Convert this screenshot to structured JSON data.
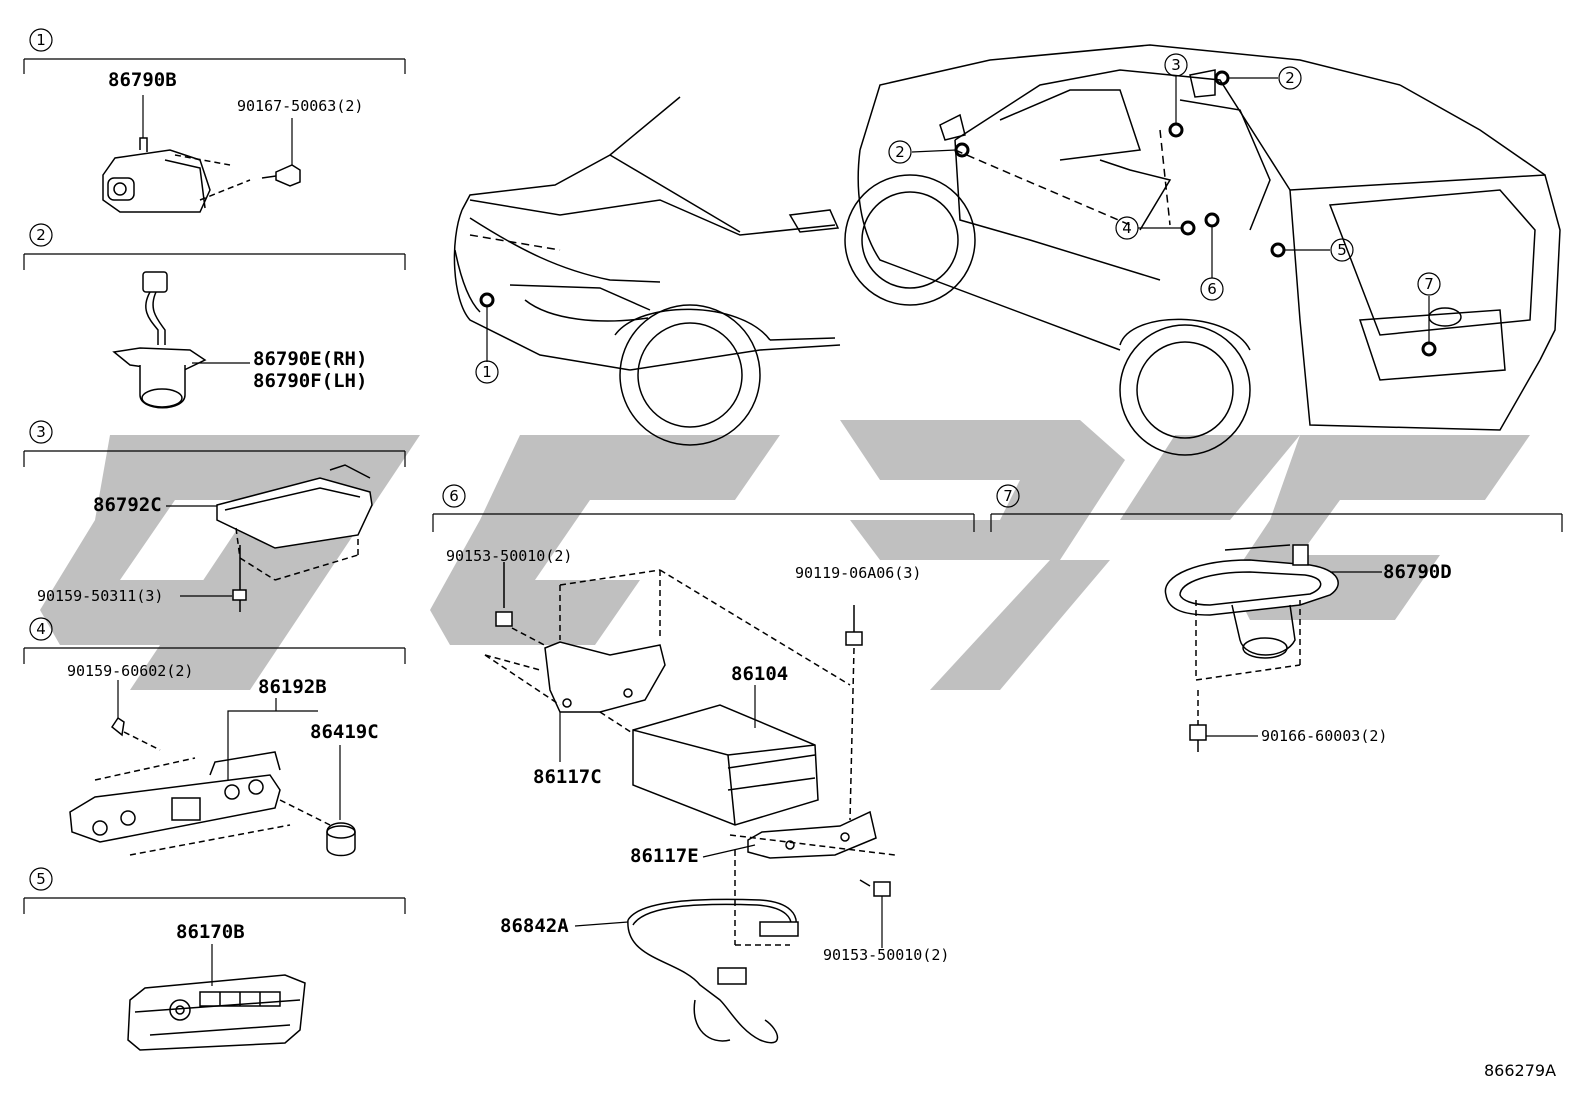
{
  "sections": [
    {
      "num": "1"
    },
    {
      "num": "2"
    },
    {
      "num": "3"
    },
    {
      "num": "4"
    },
    {
      "num": "5"
    },
    {
      "num": "6"
    },
    {
      "num": "7"
    }
  ],
  "parts": {
    "p86790B": "86790B",
    "p90167": "90167-50063(2)",
    "p86790E": "86790E(RH)",
    "p86790F": "86790F(LH)",
    "p86792C": "86792C",
    "p90159_503": "90159-50311(3)",
    "p90159_606": "90159-60602(2)",
    "p86192B": "86192B",
    "p86419C": "86419C",
    "p86170B": "86170B",
    "p90153_a": "90153-50010(2)",
    "p90119": "90119-06A06(3)",
    "p86104": "86104",
    "p86117C": "86117C",
    "p86117E": "86117E",
    "p86842A": "86842A",
    "p90153_b": "90153-50010(2)",
    "p86790D": "86790D",
    "p90166": "90166-60003(2)"
  },
  "vehicle_callouts": [
    "1",
    "2",
    "2",
    "3",
    "4",
    "5",
    "6",
    "7"
  ],
  "footer": {
    "code": "866279A"
  },
  "colors": {
    "line": "#000000",
    "watermark": "#bdbdbd"
  }
}
